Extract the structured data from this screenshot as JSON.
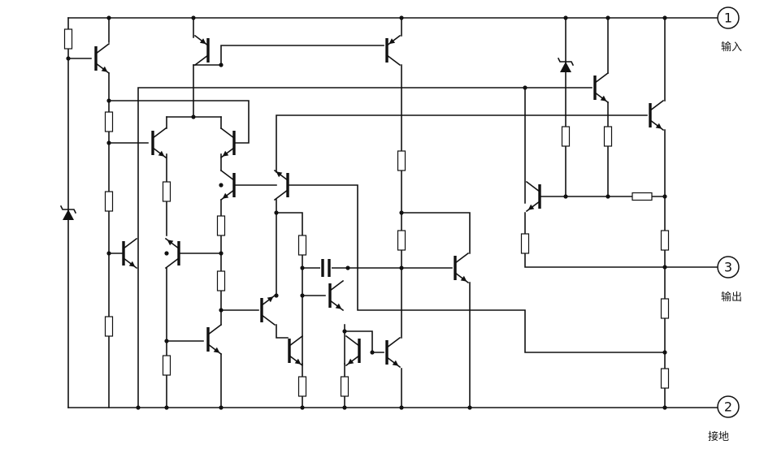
{
  "terminals": [
    {
      "id": "input",
      "number": "1",
      "label": "输入"
    },
    {
      "id": "output",
      "number": "3",
      "label": "输出"
    },
    {
      "id": "ground",
      "number": "2",
      "label": "接地"
    }
  ],
  "colors": {
    "line": "#111111",
    "background": "#ffffff"
  }
}
